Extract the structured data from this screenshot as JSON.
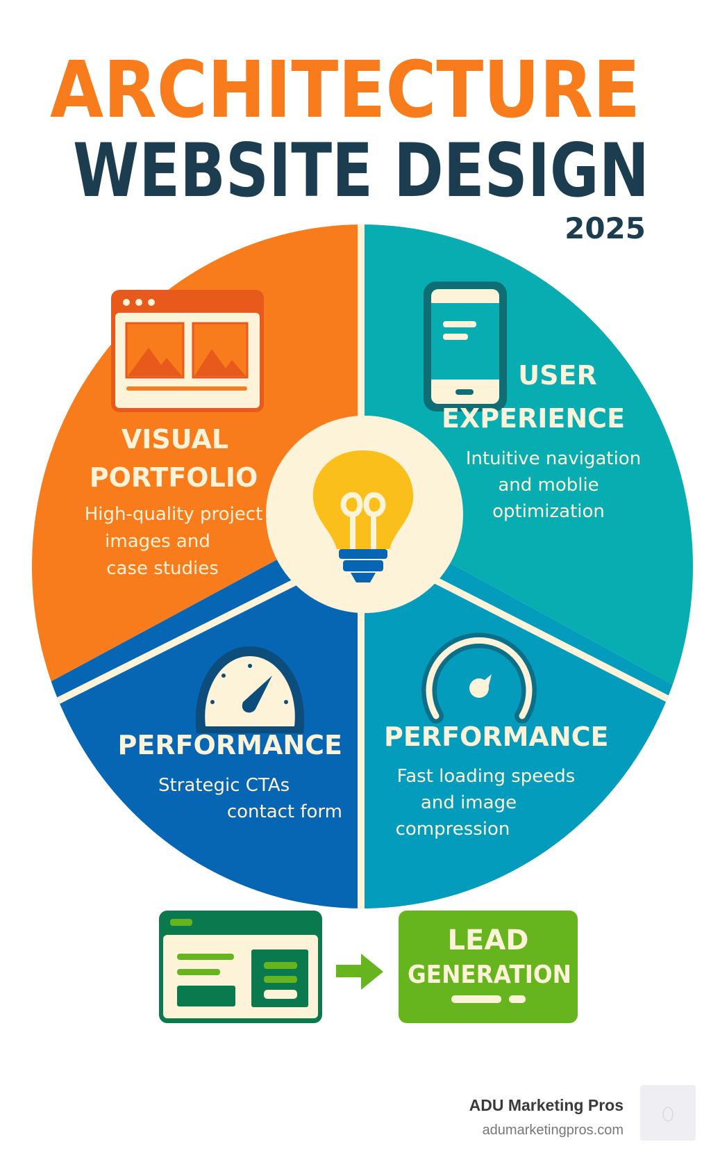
{
  "header": {
    "title_line1": "ARCHITECTURE",
    "title_line2": "WEBSITE DESIGN",
    "year": "2025"
  },
  "colors": {
    "orange": "#f97c1c",
    "navy": "#1c3d50",
    "teal": "#07adb1",
    "blue": "#0766b3",
    "cyan_blue": "#049cbc",
    "cream": "#fdf3d8",
    "green_dark": "#0a7a4e",
    "green_light": "#66b51e",
    "bulb_yellow": "#fbbf1c"
  },
  "segments": {
    "visual_portfolio": {
      "title": [
        "VISUAL",
        "PORTFOLIO"
      ],
      "description": [
        "High-quality project",
        "images and",
        "case studies"
      ],
      "icon": "browser-gallery-icon"
    },
    "user_experience": {
      "title": [
        "USER",
        "EXPERIENCE"
      ],
      "description": [
        "Intuitive navigation",
        "and moblie",
        "optimization"
      ],
      "icon": "smartphone-icon"
    },
    "performance_left": {
      "title": "PERFORMANCE",
      "description": [
        "Strategic CTAs",
        "contact form"
      ],
      "icon": "speedometer-icon"
    },
    "performance_right": {
      "title": "PERFORMANCE",
      "description": [
        "Fast loading speeds",
        "and image",
        "compression"
      ],
      "icon": "gauge-arc-icon"
    },
    "center_icon": "lightbulb-icon"
  },
  "lead_generation": {
    "label": [
      "LEAD",
      "GENERATION"
    ],
    "form_icon": "web-form-icon",
    "arrow_icon": "arrow-right-icon"
  },
  "footer": {
    "brand": "ADU Marketing Pros",
    "url": "adumarketingpros.com"
  }
}
